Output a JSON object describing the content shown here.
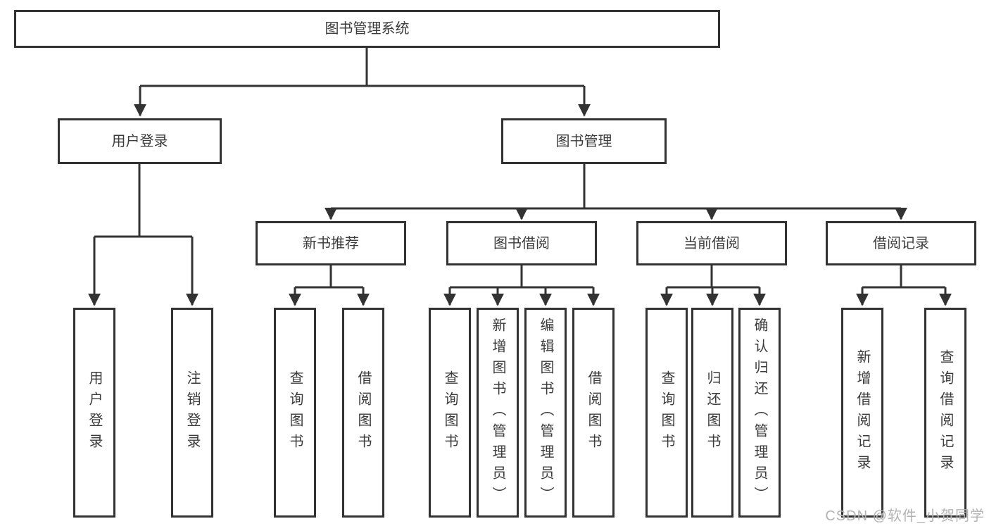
{
  "diagram": {
    "root": "图书管理系统",
    "user_login": {
      "label": "用户登录",
      "children": [
        "用户登录",
        "注销登录"
      ]
    },
    "book_mgmt": {
      "label": "图书管理",
      "sections": [
        {
          "label": "新书推荐",
          "children": [
            "查询图书",
            "借阅图书"
          ]
        },
        {
          "label": "图书借阅",
          "children": [
            "查询图书",
            "新增图书（管理员）",
            "编辑图书（管理员）",
            "借阅图书"
          ]
        },
        {
          "label": "当前借阅",
          "children": [
            "查询图书",
            "归还图书",
            "确认归还（管理员）"
          ]
        },
        {
          "label": "借阅记录",
          "children": [
            "新增借阅记录",
            "查询借阅记录"
          ]
        }
      ]
    }
  },
  "watermark": "CSDN @软件_小贺同学",
  "colors": {
    "line": "#333333",
    "border": "#323232",
    "text": "#3b3b3b",
    "watermark": "#b3b3b3"
  }
}
